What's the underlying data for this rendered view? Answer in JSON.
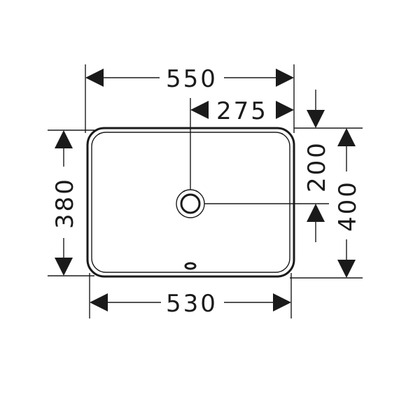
{
  "dimensions": {
    "overall_width": "550",
    "drain_offset_x": "275",
    "outer_width": "530",
    "outer_height": "380",
    "drain_offset_y": "200",
    "overall_depth": "400"
  }
}
